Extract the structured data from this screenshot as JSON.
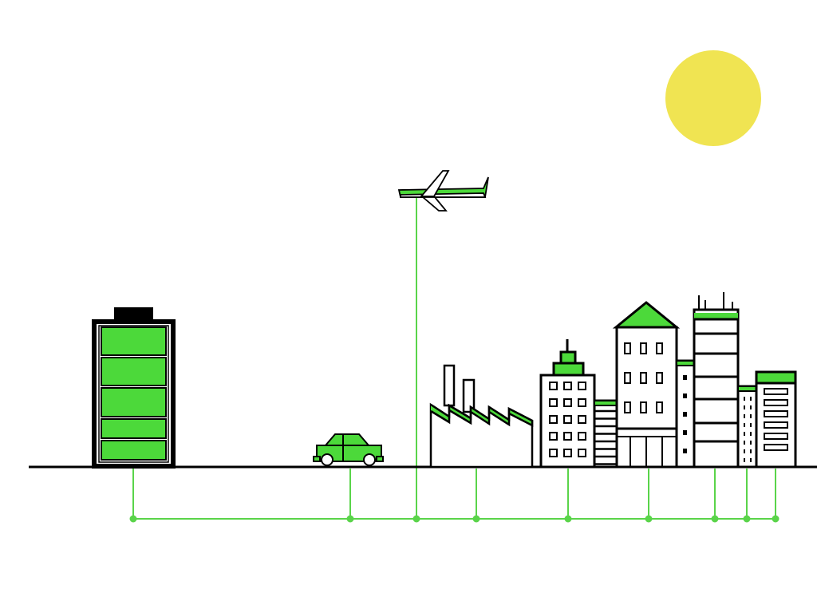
{
  "colors": {
    "green": "#4cd93a",
    "line_green": "#5ad44a",
    "black": "#000000",
    "sun": "#f0e452",
    "background": "#ffffff"
  },
  "battery": {
    "charge_fraction": 1.0,
    "cells_filled": 5,
    "cells_total": 5
  },
  "icons": [
    "sun-icon",
    "airplane-icon",
    "battery-icon",
    "car-icon",
    "factory-icon",
    "city-buildings-icon",
    "power-grid-lines"
  ]
}
